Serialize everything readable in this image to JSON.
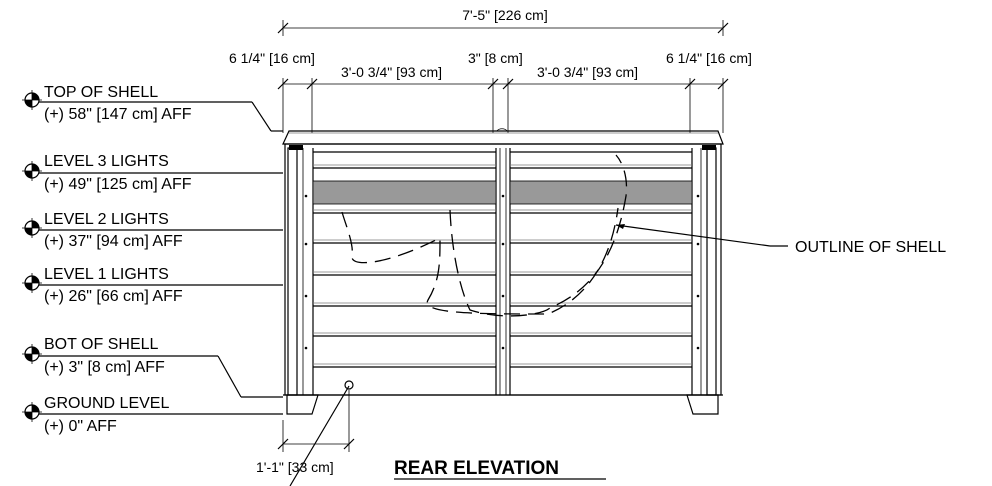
{
  "dimensions": {
    "overall": "7'-5\" [226 cm]",
    "left_margin": "6 1/4\" [16 cm]",
    "left_panel": "3'-0 3/4\" [93 cm]",
    "center_gap": "3\" [8 cm]",
    "right_panel": "3'-0 3/4\" [93 cm]",
    "right_margin": "6 1/4\" [16 cm]",
    "drain_offset": "1'-1\" [33 cm]"
  },
  "levels": [
    {
      "name": "TOP OF SHELL",
      "value": "(+) 58\" [147 cm] AFF"
    },
    {
      "name": "LEVEL 3 LIGHTS",
      "value": "(+) 49\" [125 cm] AFF"
    },
    {
      "name": "LEVEL 2 LIGHTS",
      "value": "(+) 37\" [94 cm] AFF"
    },
    {
      "name": "LEVEL 1 LIGHTS",
      "value": "(+) 26\" [66 cm] AFF"
    },
    {
      "name": "BOT OF SHELL",
      "value": "(+) 3\" [8 cm] AFF"
    },
    {
      "name": "GROUND LEVEL",
      "value": "(+) 0\" AFF"
    }
  ],
  "callouts": {
    "outline_of_shell": "OUTLINE OF SHELL"
  },
  "title": "REAR ELEVATION",
  "colors": {
    "line": "#000000",
    "band": "#999999",
    "cabinet": "#ffffff"
  }
}
